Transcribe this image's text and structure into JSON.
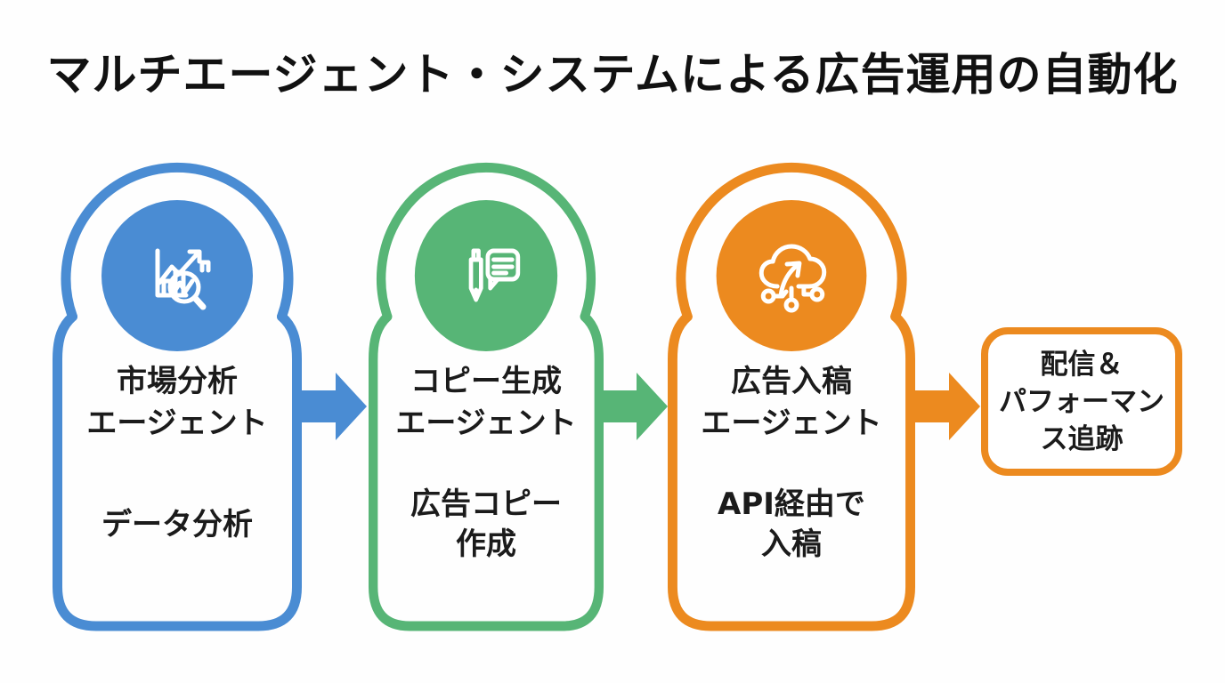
{
  "title": "マルチエージェント・システムによる広告運用の自動化",
  "colors": {
    "blue": "#4a8cd3",
    "green": "#57b576",
    "orange": "#ec8a1f",
    "text": "#1b1b1b",
    "background": "#fefefe"
  },
  "agents": [
    {
      "id": "market-analysis",
      "color": "#4a8cd3",
      "icon": "chart-magnifier-icon",
      "name_line1": "市場分析",
      "name_line2": "エージェント",
      "task_line1": "データ分析",
      "task_line2": ""
    },
    {
      "id": "copy-generation",
      "color": "#57b576",
      "icon": "pen-chat-icon",
      "name_line1": "コピー生成",
      "name_line2": "エージェント",
      "task_line1": "広告コピー",
      "task_line2": "作成"
    },
    {
      "id": "ad-submission",
      "color": "#ec8a1f",
      "icon": "cloud-upload-network-icon",
      "name_line1": "広告入稿",
      "name_line2": "エージェント",
      "task_line1": "API経由で",
      "task_line2": "入稿"
    }
  ],
  "arrows": [
    {
      "id": "arrow-1",
      "color": "#4a8cd3",
      "direction": "right"
    },
    {
      "id": "arrow-2",
      "color": "#57b576",
      "direction": "right"
    },
    {
      "id": "arrow-3",
      "color": "#ec8a1f",
      "direction": "right"
    }
  ],
  "result_box": {
    "color": "#ec8a1f",
    "line1": "配信＆",
    "line2": "パフォーマン",
    "line3": "ス追跡"
  }
}
